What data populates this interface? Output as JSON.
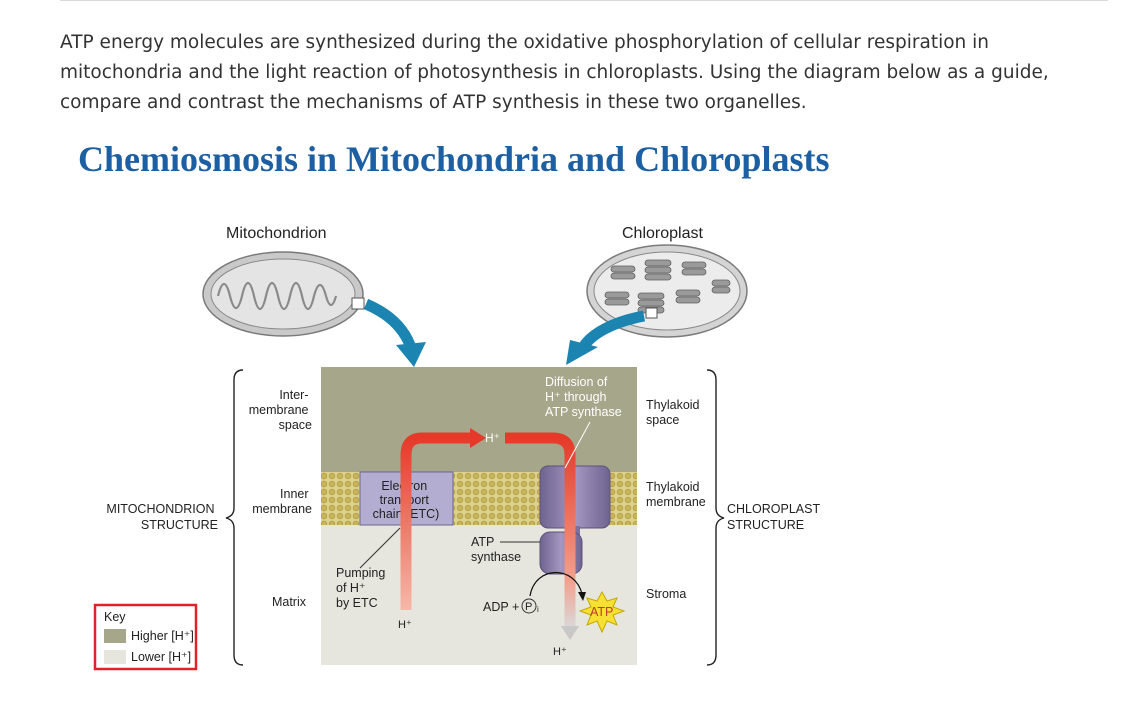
{
  "question": "ATP energy molecules are synthesized during the oxidative phosphorylation of cellular respiration in mitochondria and the light reaction of photosynthesis in chloroplasts. Using the diagram below as a guide, compare and contrast the mechanisms of ATP synthesis in these two organelles.",
  "diagram": {
    "title": "Chemiosmosis in Mitochondria and Chloroplasts",
    "organelles": {
      "mitochondrion": "Mitochondrion",
      "chloroplast": "Chloroplast"
    },
    "mito_labels": {
      "intermembrane": [
        "Inter-",
        "membrane",
        "space"
      ],
      "inner": [
        "Inner",
        "membrane"
      ],
      "matrix": "Matrix"
    },
    "chloro_labels": {
      "thylakoid_space": [
        "Thylakoid",
        "space"
      ],
      "thylakoid_membrane": [
        "Thylakoid",
        "membrane"
      ],
      "stroma": "Stroma"
    },
    "structure_labels": {
      "mito": [
        "MITOCHONDRION",
        "STRUCTURE"
      ],
      "chloro": [
        "CHLOROPLAST",
        "STRUCTURE"
      ]
    },
    "center": {
      "etc": [
        "Electron",
        "transport",
        "chain (ETC)"
      ],
      "diffusion": [
        "Diffusion of",
        "H⁺ through",
        "ATP synthase"
      ],
      "atp_synthase": [
        "ATP",
        "synthase"
      ],
      "pumping": [
        "Pumping",
        "of H⁺",
        "by ETC"
      ],
      "h_top": "H⁺",
      "h_left": "H⁺",
      "h_bottom": "H⁺",
      "adp": "ADP +",
      "pi": "P",
      "pi_sub": "i",
      "atp": "ATP"
    },
    "key": {
      "title": "Key",
      "higher": "Higher [H⁺]",
      "lower": "Lower [H⁺]"
    },
    "colors": {
      "title": "#1d5fa3",
      "high_h": "#a6a68a",
      "low_h": "#e6e6de",
      "membrane": "#cdbb63",
      "synthase": "#8e80a8",
      "arrow": "#e0402e",
      "etc_box": "#b3aed1",
      "atp_star": "#f6e032",
      "key_border": "#e2212a",
      "teal_arrow": "#1b84b0"
    }
  }
}
